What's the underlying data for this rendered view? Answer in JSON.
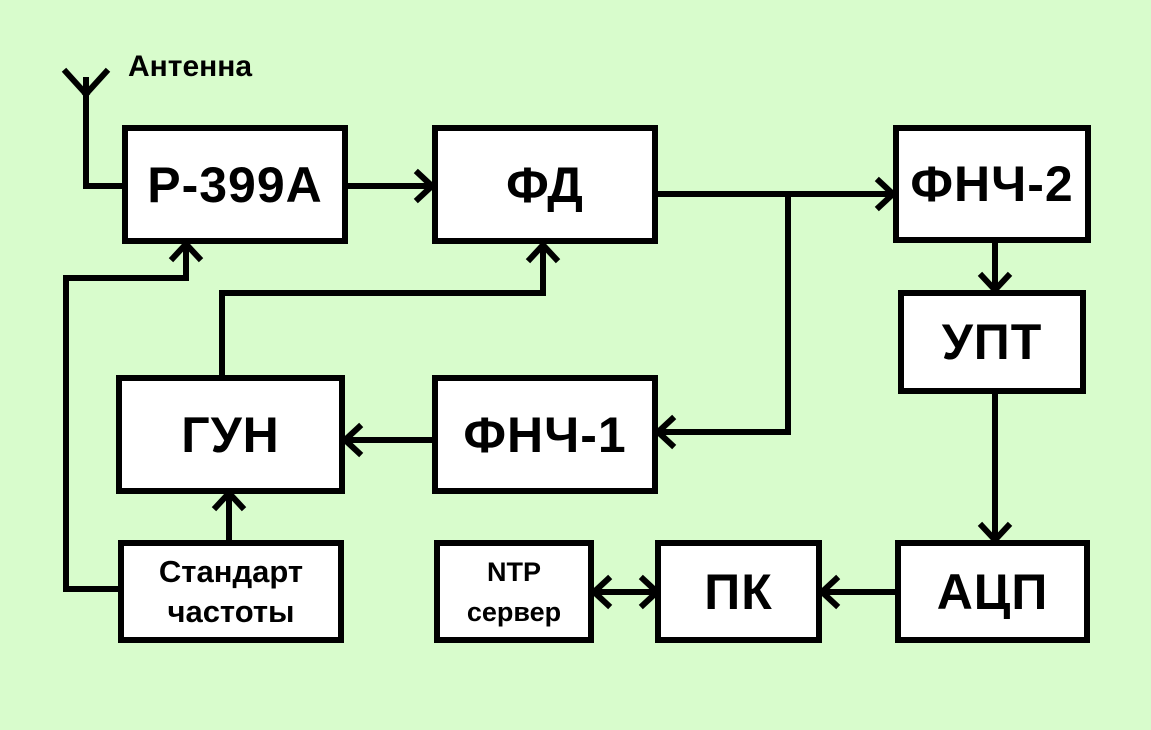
{
  "antenna_label": "Антенна",
  "blocks": {
    "receiver": "Р-399А",
    "phase_detector": "ФД",
    "lpf2": "ФНЧ-2",
    "dc_amp": "УПТ",
    "vco": "ГУН",
    "lpf1": "ФНЧ-1",
    "freq_standard": [
      "Стандарт",
      "частоты"
    ],
    "ntp_server": [
      "NTP",
      "сервер"
    ],
    "pc": "ПК",
    "adc": "АЦП"
  }
}
